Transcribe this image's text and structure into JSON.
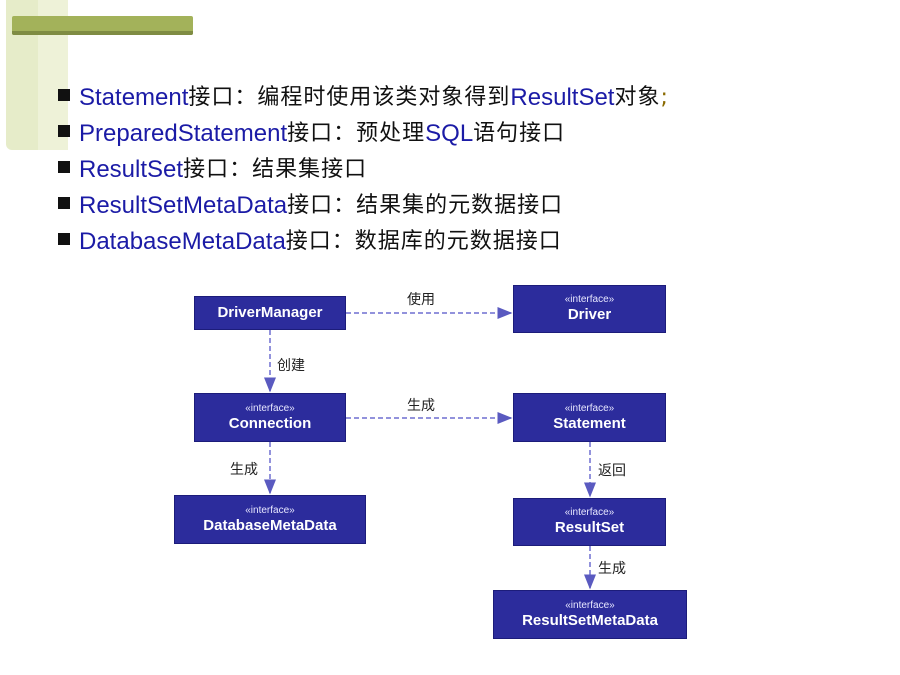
{
  "bullets": [
    {
      "en": "Statement",
      "cn": "接口：编程时使用该类对象得到",
      "en2": "ResultSet",
      "cn2": "对象",
      "tail": ";"
    },
    {
      "en": "PreparedStatement",
      "cn": "接口：预处理",
      "en2": "SQL",
      "cn2": "语句接口",
      "tail": ""
    },
    {
      "en": "ResultSet",
      "cn": "接口：结果集接口",
      "en2": "",
      "cn2": "",
      "tail": ""
    },
    {
      "en": "ResultSetMetaData",
      "cn": "接口：结果集的元数据接口",
      "en2": "",
      "cn2": "",
      "tail": ""
    },
    {
      "en": "DatabaseMetaData",
      "cn": "接口：数据库的元数据接口",
      "en2": "",
      "cn2": "",
      "tail": ""
    }
  ],
  "diagram": {
    "stereotype": "«interface»",
    "nodes": {
      "driver_manager": "DriverManager",
      "driver": "Driver",
      "connection": "Connection",
      "statement": "Statement",
      "database_meta_data": "DatabaseMetaData",
      "result_set": "ResultSet",
      "result_set_meta_data": "ResultSetMetaData"
    },
    "edges": {
      "use": "使用",
      "create": "创建",
      "generate_statement": "生成",
      "generate_dbmeta": "生成",
      "return": "返回",
      "generate_rsmeta": "生成"
    }
  },
  "colors": {
    "box_fill": "#2c2c9c",
    "latin_text": "#1b1ba6",
    "dashed_line": "#6f6fd0",
    "accent_green": "#a3b25a"
  }
}
